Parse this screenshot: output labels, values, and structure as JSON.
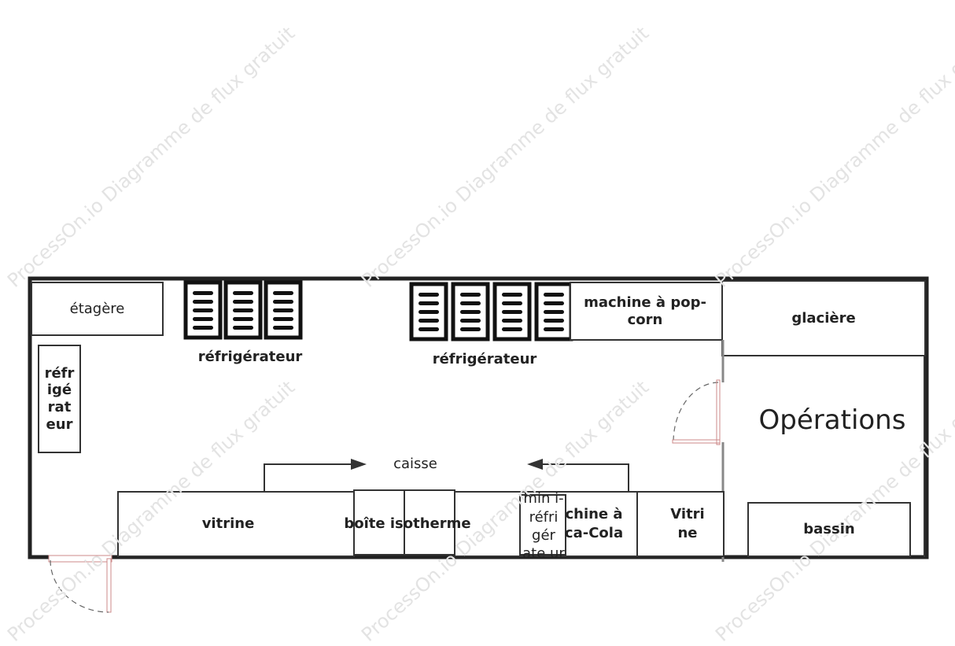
{
  "watermark": "ProcessOn.io Diagramme de flux gratuit",
  "labels": {
    "etagere": "étagère",
    "refrigerateur_left": "réfr igé rat eur",
    "refrigerateur_group1": "réfrigérateur",
    "refrigerateur_group2": "réfrigérateur",
    "popcorn": "machine à pop-corn",
    "glaciere": "glacière",
    "operations": "Opérations",
    "caisse": "caisse",
    "vitrine": "vitrine",
    "boite_isotherme": "boîte isotherme",
    "mini_refrigerateur": "min i-réfri gér ate ur",
    "coca": "chine à ca-Cola",
    "vitrine2": "Vitri ne",
    "bassin": "bassin"
  }
}
